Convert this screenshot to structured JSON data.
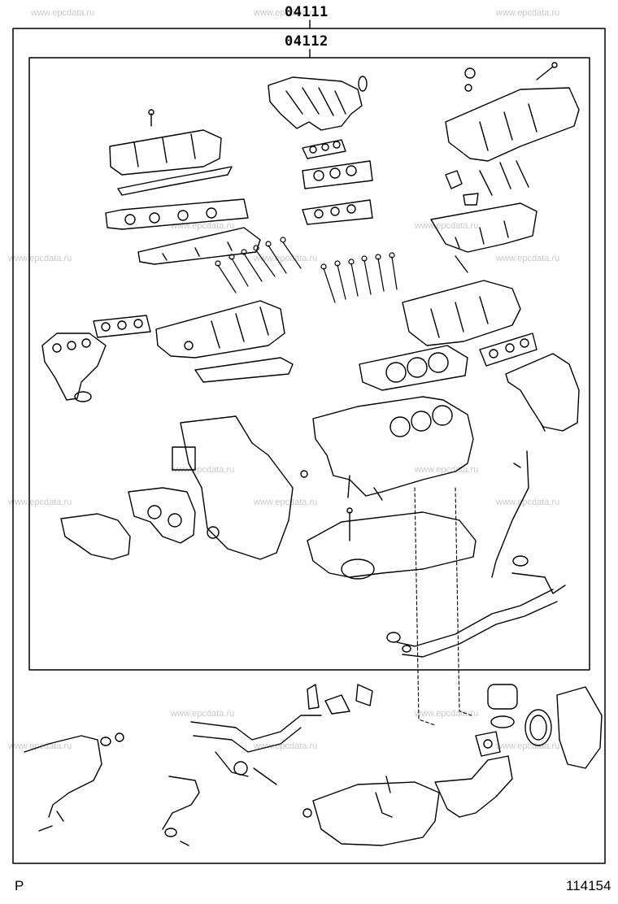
{
  "callouts": {
    "outer": "04111",
    "inner": "04112"
  },
  "footer": {
    "left": "P",
    "right": "114154"
  },
  "watermark": "www.epcdata.ru"
}
